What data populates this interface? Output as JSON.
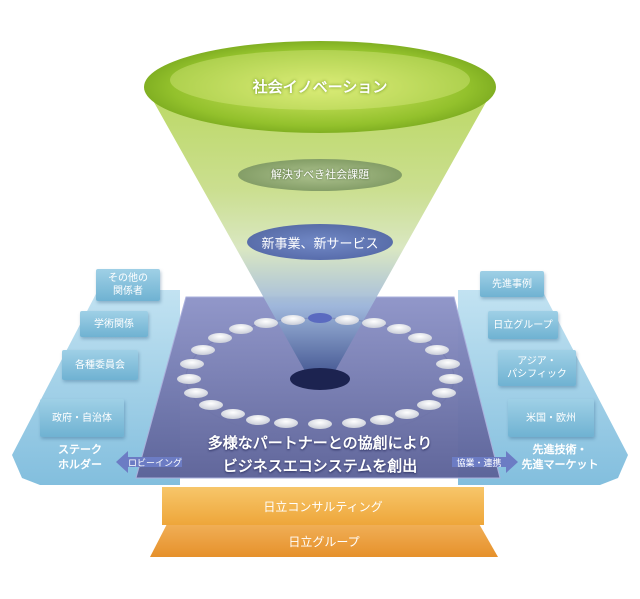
{
  "funnel": {
    "top_label": "社会イノベーション",
    "middle_label": "解決すべき社会課題",
    "lower_label": "新事業、新サービス"
  },
  "center": {
    "line1": "多様なパートナーとの協創により",
    "line2": "ビジネスエコシステムを創出"
  },
  "left_panel": {
    "boxes": [
      "その他の\n関係者",
      "学術関係",
      "各種委員会",
      "政府・自治体"
    ],
    "title": "ステーク\nホルダー",
    "arrow_label": "ロビーイング"
  },
  "right_panel": {
    "boxes": [
      "先進事例",
      "日立グループ",
      "アジア・\nパシフィック",
      "米国・欧州"
    ],
    "title": "先進技術・\n先進マーケット",
    "arrow_label": "協業・連携"
  },
  "bottom": {
    "layer1": "日立コンサルティング",
    "layer2": "日立グループ"
  }
}
